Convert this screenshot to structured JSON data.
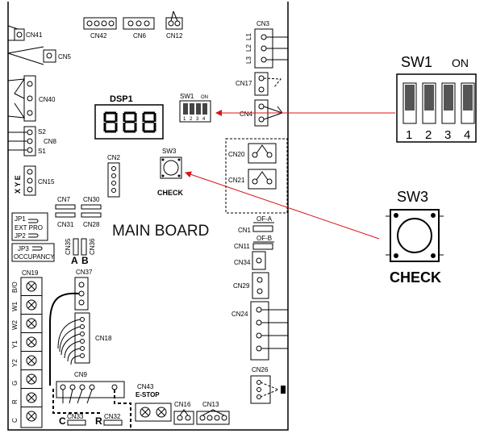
{
  "board": {
    "title": "MAIN BOARD",
    "display": "DSP1",
    "sw1": "SW1",
    "on": "ON",
    "sw1_positions": [
      "1",
      "2",
      "3",
      "4"
    ],
    "sw3": "SW3",
    "check": "CHECK",
    "estop": "E-STOP",
    "ext_pro": "EXT PRO",
    "occupancy": "OCCUPANCY",
    "jp1": "JP1",
    "jp2": "JP2",
    "jp3": "JP3",
    "xye": "X Y E",
    "cn8_s": [
      "S2",
      "S1"
    ],
    "l_labels": [
      "L1",
      "L2",
      "L3"
    ],
    "ofa": "OF-A",
    "ofb": "OF-B",
    "a": "A",
    "b": "B",
    "c": "C",
    "r": "R"
  },
  "connectors": {
    "cn41": "CN41",
    "cn5": "CN5",
    "cn40": "CN40",
    "cn8": "CN8",
    "cn15": "CN15",
    "cn42": "CN42",
    "cn6": "CN6",
    "cn12": "CN12",
    "cn3": "CN3",
    "cn17": "CN17",
    "cn4": "CN4",
    "cn2": "CN2",
    "cn20": "CN20",
    "cn21": "CN21",
    "cn7": "CN7",
    "cn31": "CN31",
    "cn30": "CN30",
    "cn28": "CN28",
    "cn35": "CN35",
    "cn36": "CN36",
    "cn1": "CN1",
    "cn11": "CN11",
    "cn34": "CN34",
    "cn29": "CN29",
    "cn24": "CN24",
    "cn19": "CN19",
    "cn37": "CN37",
    "cn18": "CN18",
    "cn9": "CN9",
    "cn26": "CN26",
    "cn43": "CN43",
    "cn16": "CN16",
    "cn13": "CN13",
    "cn33": "CN33",
    "cn32": "CN32"
  },
  "terminals": [
    "B/O",
    "W1",
    "W2",
    "Y1",
    "Y2",
    "G",
    "R",
    "C"
  ],
  "colors": {
    "line": "#000000",
    "arrow": "#d9151b",
    "sw_fill": "#444444"
  }
}
